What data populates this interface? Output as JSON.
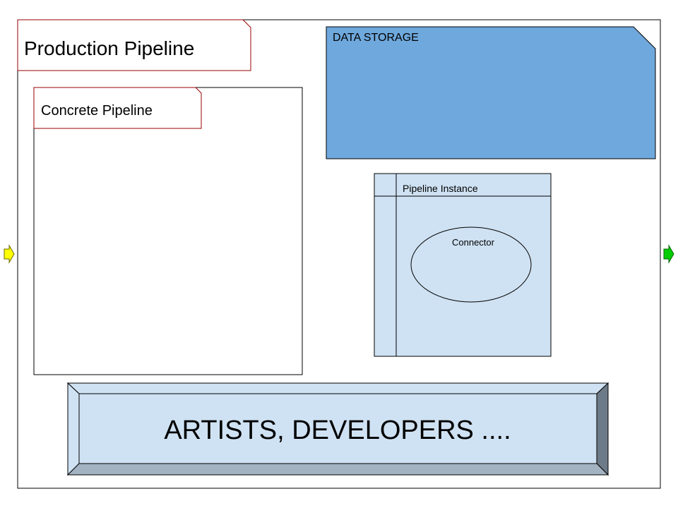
{
  "diagram": {
    "frame": {
      "title": "Production Pipeline"
    },
    "concrete_pipeline": {
      "title": "Concrete Pipeline"
    },
    "data_storage": {
      "label": "DATA STORAGE",
      "fill": "#6fa8dc"
    },
    "pipeline_instance": {
      "title": "Pipeline Instance",
      "fill": "#cfe2f3"
    },
    "connector": {
      "label": "Connector"
    },
    "users_bar": {
      "label": "ARTISTS, DEVELOPERS ....",
      "fill": "#cfe2f3"
    },
    "colors": {
      "border_dark_red": "#990000",
      "input_port": "#ffff00",
      "output_port": "#00cc00",
      "bevel_dark": "#6d7a87",
      "bevel_mid": "#a4b3c2"
    }
  }
}
